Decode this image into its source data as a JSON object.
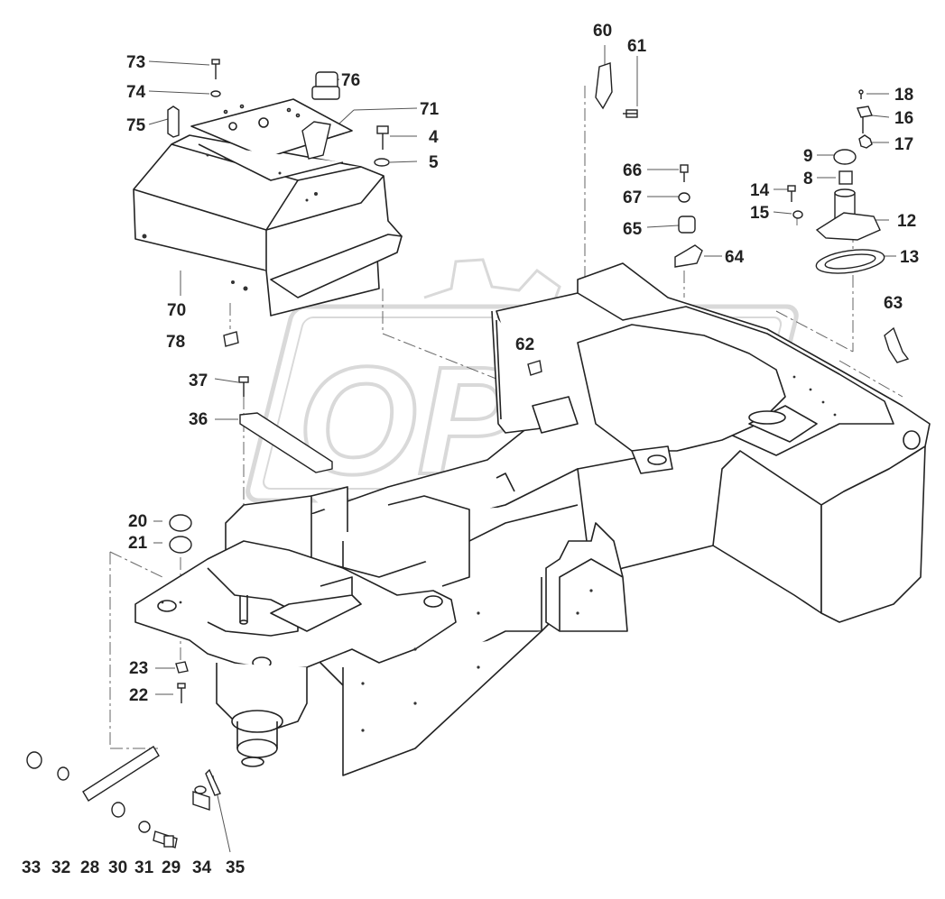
{
  "watermark": {
    "text": "OPEX",
    "color": "#d9d9d9"
  },
  "callouts": [
    "60",
    "61",
    "18",
    "16",
    "17",
    "9",
    "8",
    "14",
    "15",
    "12",
    "13",
    "66",
    "67",
    "65",
    "64",
    "63",
    "62",
    "73",
    "74",
    "75",
    "76",
    "71",
    "4",
    "5",
    "70",
    "78",
    "37",
    "36",
    "20",
    "21",
    "23",
    "22",
    "33",
    "32",
    "28",
    "30",
    "31",
    "29",
    "34",
    "35"
  ]
}
